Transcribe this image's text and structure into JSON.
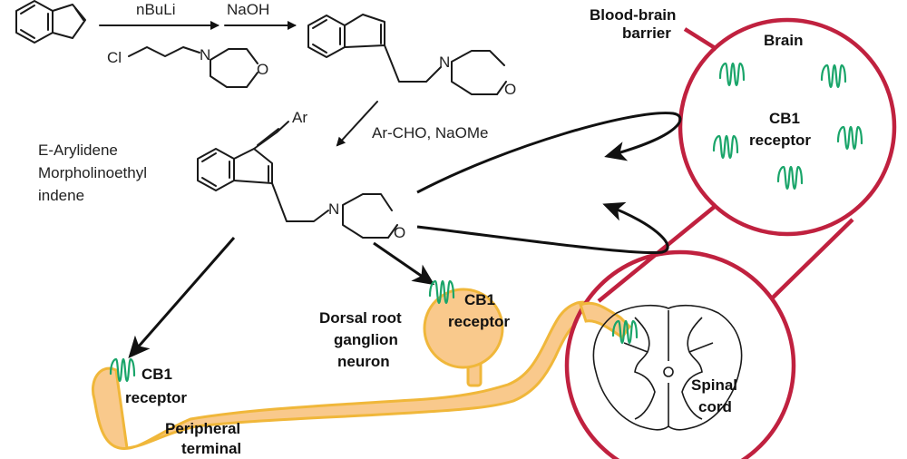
{
  "reagents": {
    "step1_top_left": "nBuLi",
    "step1_top_right": "NaOH",
    "step1_cl": "Cl",
    "step1_n": "N",
    "step1_o": "O",
    "product_n": "N",
    "product_o": "O",
    "step2": "Ar-CHO, NaOMe",
    "final_ar": "Ar",
    "final_n": "N",
    "final_o": "O"
  },
  "compound_name": {
    "line1": "E-Arylidene",
    "line2": "Morpholinoethyl",
    "line3": "indene"
  },
  "labels": {
    "bbb_line1": "Blood-brain",
    "bbb_line2": "barrier",
    "brain": "Brain",
    "cb1_brain_line1": "CB1",
    "cb1_brain_line2": "receptor",
    "cb1_drg_line1": "CB1",
    "cb1_drg_line2": "receptor",
    "drg_line1": "Dorsal root",
    "drg_line2": "ganglion",
    "drg_line3": "neuron",
    "cb1_pt_line1": "CB1",
    "cb1_pt_line2": "receptor",
    "pt_line1": "Peripheral",
    "pt_line2": "terminal",
    "spinal_line1": "Spinal",
    "spinal_line2": "cord"
  },
  "colors": {
    "barrier_red": "#c0213f",
    "receptor_green": "#1aa56a",
    "neuron_fill": "#f9c98c",
    "neuron_stroke": "#f0b73a"
  }
}
